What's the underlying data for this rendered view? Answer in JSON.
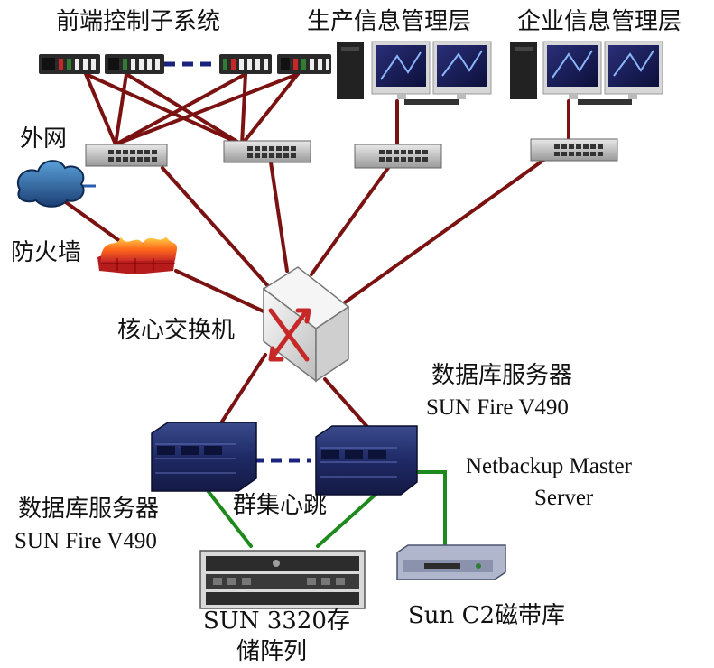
{
  "labels": {
    "frontend": "前端控制子系统",
    "production": "生产信息管理层",
    "enterprise": "企业信息管理层",
    "internet": "外网",
    "firewall": "防火墙",
    "core_switch": "核心交换机",
    "db_server_right_1": "数据库服务器",
    "db_server_right_2": "SUN Fire V490",
    "netbackup_1": "Netbackup Master",
    "netbackup_2": "Server",
    "db_server_left_1": "数据库服务器",
    "db_server_left_2": "SUN Fire V490",
    "heartbeat": "群集心跳",
    "storage_1": "SUN 3320存",
    "storage_2": "储阵列",
    "tape": "Sun C2磁带库"
  },
  "colors": {
    "network_link": "#7b1212",
    "storage_link": "#1e8a1e",
    "heartbeat_link": "#1a237e"
  }
}
